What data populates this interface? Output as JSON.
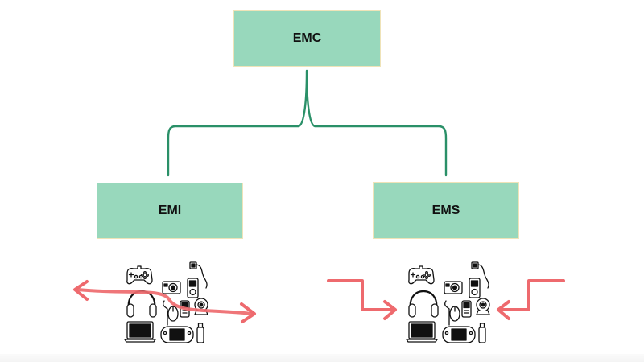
{
  "diagram": {
    "root": {
      "label": "EMC"
    },
    "children": [
      {
        "label": "EMI",
        "illustration": "devices-with-interference-wave"
      },
      {
        "label": "EMS",
        "illustration": "devices-receiving-incoming-arrows"
      }
    ],
    "colors": {
      "node_fill": "#98d8bc",
      "node_border": "#efe3b8",
      "connector": "#2a9068",
      "arrow": "#ee6a6e",
      "icon_ink": "#111111"
    },
    "devices": [
      "gamepad-icon",
      "camera-icon",
      "mp3-player-icon",
      "earphones-icon",
      "headphones-icon",
      "mouse-icon",
      "phone-icon",
      "webcam-icon",
      "laptop-icon",
      "handheld-console-icon",
      "usb-drive-icon"
    ]
  }
}
